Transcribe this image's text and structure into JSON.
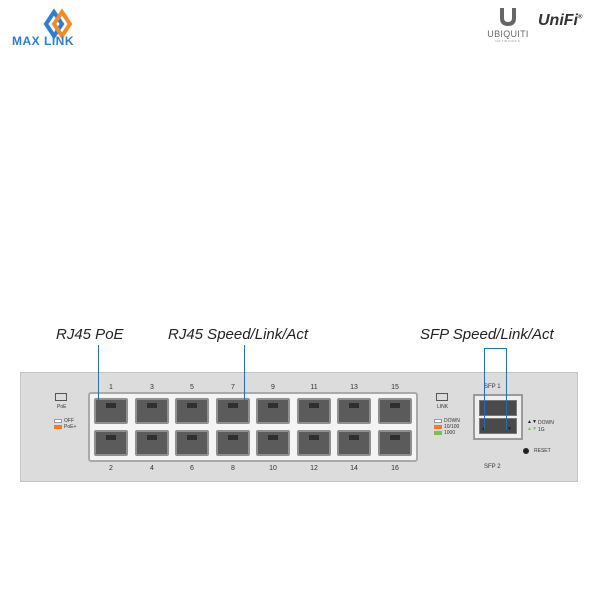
{
  "header": {
    "brand_left": "MAX LINK",
    "brand_right_1": "UBIQUITI",
    "brand_right_1_sub": "NETWORKS",
    "brand_right_2": "UniFi"
  },
  "callouts": {
    "rj45_poe": "RJ45 PoE",
    "rj45_speed": "RJ45 Speed/Link/Act",
    "sfp_speed": "SFP Speed/Link/Act"
  },
  "panel": {
    "poe_label": "PoE",
    "poe_legend": [
      "OFF",
      "PoE+"
    ],
    "link_label": "LINK",
    "link_legend": [
      "DOWN",
      "10/100",
      "1000"
    ],
    "ports_top": [
      "1",
      "3",
      "5",
      "7",
      "9",
      "11",
      "13",
      "15"
    ],
    "ports_bottom": [
      "2",
      "4",
      "6",
      "8",
      "10",
      "12",
      "14",
      "16"
    ],
    "sfp1": "SFP 1",
    "sfp2": "SFP 2",
    "sfp_legend": [
      "DOWN",
      "1G"
    ],
    "reset": "RESET"
  },
  "colors": {
    "brand_blue": "#2a7fd4",
    "brand_orange": "#f28c28",
    "pointer_blue": "#1f6fb5",
    "led_orange": "#f07b22",
    "led_green": "#7cc242"
  }
}
